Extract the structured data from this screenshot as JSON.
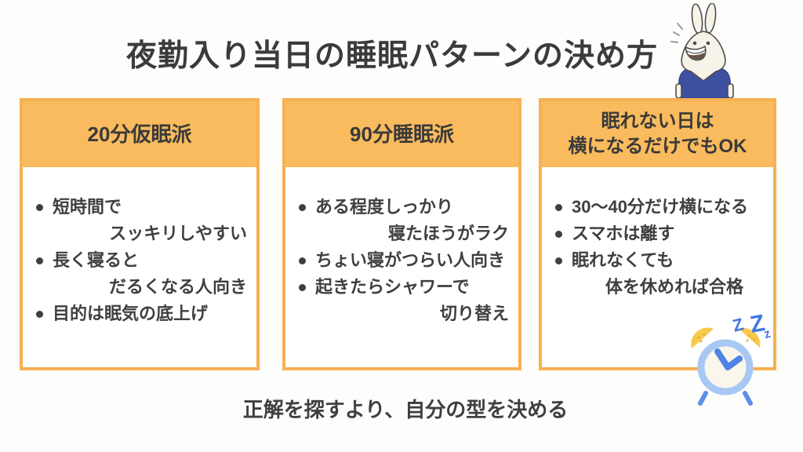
{
  "page": {
    "title": "夜勤入り当日の睡眠パターンの決め方",
    "tagline": "正解を探すより、自分の型を決める",
    "background": "#FDFDFB",
    "text_color": "#3B3B3B",
    "accent_orange_header": "#F9BB5D",
    "accent_orange_border": "#F6B152"
  },
  "cards": [
    {
      "title_lines": [
        "20分仮眠派"
      ],
      "bullets": [
        {
          "l1": "短時間で",
          "l2": "スッキリしやすい"
        },
        {
          "l1": "長く寝ると",
          "l2": "だるくなる人向き"
        },
        {
          "l1": "目的は眠気の底上げ"
        }
      ]
    },
    {
      "title_lines": [
        "90分睡眠派"
      ],
      "bullets": [
        {
          "l1": "ある程度しっかり",
          "l2": "寝たほうがラク"
        },
        {
          "l1": "ちょい寝がつらい人向き"
        },
        {
          "l1": "起きたらシャワーで",
          "l2": "切り替え"
        }
      ]
    },
    {
      "title_lines": [
        "眠れない日は",
        "横になるだけでもOK"
      ],
      "bullets": [
        {
          "l1": "30〜40分だけ横になる"
        },
        {
          "l1": "スマホは離す"
        },
        {
          "l1": "眠れなくても",
          "l2": "体を休めれば合格"
        }
      ]
    }
  ],
  "illustrations": {
    "rabbit": {
      "name": "smiling-rabbit-in-blue-scrubs",
      "body": "#F7F3E8",
      "shirt": "#3D51A0"
    },
    "clock": {
      "name": "sleeping-alarm-clock",
      "zzz": [
        "Z",
        "Z",
        "z"
      ],
      "colors": {
        "ring": "#A8C8F4",
        "face": "#FBF6EB",
        "hands": "#4E83E8",
        "bell": "#F8C94B",
        "zzz": "#4377E3"
      }
    }
  }
}
